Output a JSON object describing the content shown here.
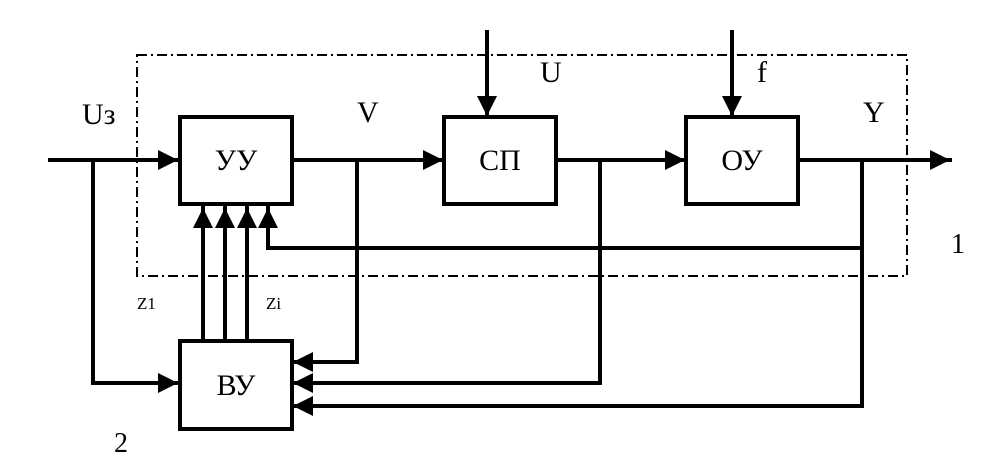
{
  "blocks": {
    "control_device": "УУ",
    "converter": "СП",
    "plant": "ОУ",
    "computing_device": "ВУ"
  },
  "signals": {
    "setpoint": "Uз",
    "control_signal": "V",
    "converter_input": "U",
    "disturbance": "f",
    "output": "Y",
    "z_first": "Z1",
    "z_last": "Zi"
  },
  "markers": {
    "system_boundary": "1",
    "computing_unit": "2"
  },
  "colors": {
    "stroke": "#000000",
    "background": "#ffffff"
  }
}
